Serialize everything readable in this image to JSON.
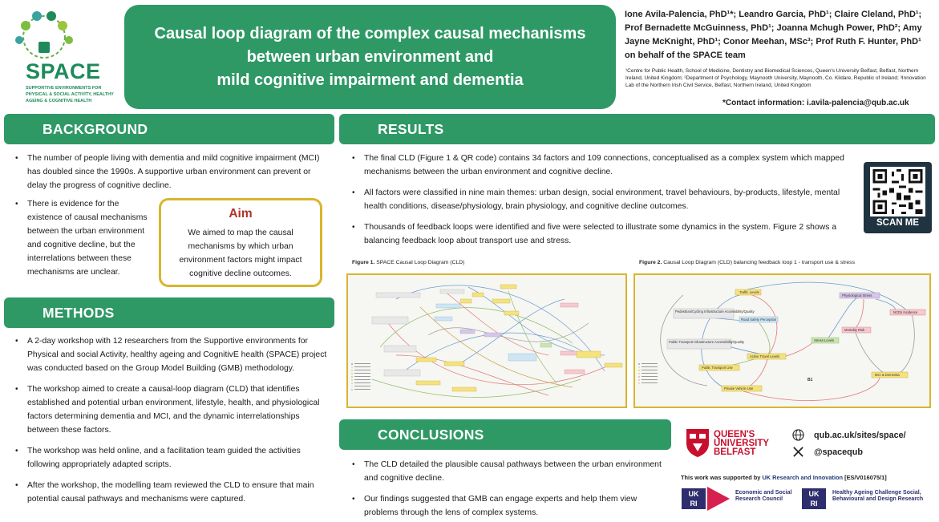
{
  "logo": {
    "word": "SPACE",
    "subtitle": "SUPPORTIVE ENVIRONMENTS FOR PHYSICAL & SOCIAL ACTIVITY, HEALTHY AGEING & COGNITIVE HEALTH",
    "brand_color": "#1e8a5a"
  },
  "title": {
    "line1": "Causal loop diagram of the complex causal mechanisms",
    "line2": "between urban environment and",
    "line3": "mild cognitive impairment and dementia"
  },
  "authors": {
    "text": "Ione Avila-Palencia, PhD¹*; Leandro Garcia, PhD¹; Claire Cleland, PhD¹; Prof Bernadette McGuinness, PhD¹; Joanna Mchugh Power, PhD²; Amy Jayne McKnight, PhD¹; Conor Meehan, MSc³; Prof Ruth F. Hunter, PhD¹ on behalf of the SPACE team",
    "affiliations": "¹Centre for Public Health, School of Medicine, Dentistry and Biomedical Sciences, Queen's University Belfast, Belfast, Northern Ireland, United Kingdom; ²Department of Psychology, Maynooth University, Maynooth, Co. Kildare, Republic of Ireland; ³Innovation Lab of the Northern Irish Civil Service, Belfast, Northern Ireland, United Kingdom",
    "contact": "*Contact information: i.avila-palencia@qub.ac.uk"
  },
  "background": {
    "heading": "BACKGROUND",
    "bullet1": "The number of people living with dementia and mild cognitive impairment (MCI) has doubled since the 1990s. A supportive urban environment can prevent or delay the progress of cognitive decline.",
    "bullet2": "There is evidence for the existence of causal mechanisms between the urban environment and cognitive decline, but the interrelations between these mechanisms are unclear."
  },
  "aim": {
    "heading": "Aim",
    "text": "We aimed to map the causal mechanisms by which urban environment factors might impact cognitive decline outcomes."
  },
  "methods": {
    "heading": "METHODS",
    "bullets": [
      "A 2-day workshop with 12 researchers from the Supportive environments for Physical and social Activity, healthy ageing and CognitivE health (SPACE) project was conducted based on the Group Model Building (GMB) methodology.",
      "The workshop aimed to create a causal-loop diagram (CLD) that identifies established and potential urban environment, lifestyle, health, and physiological factors determining dementia and MCI, and the dynamic interrelationships between these factors.",
      "The workshop was held online, and a facilitation team guided the activities following appropriately adapted scripts.",
      "After the workshop, the modelling team reviewed the CLD to ensure that main potential causal pathways and mechanisms were captured."
    ]
  },
  "results": {
    "heading": "RESULTS",
    "bullets": [
      "The final CLD (Figure 1 & QR code) contains 34 factors and 109 connections, conceptualised as a complex system which mapped mechanisms between the urban environment and cognitive decline.",
      "All factors were classified in nine main themes: urban design, social environment, travel behaviours, by-products, lifestyle, mental health conditions, disease/physiology, brain physiology, and cognitive decline outcomes.",
      "Thousands of feedback loops were identified and five were selected to illustrate some dynamics in the system. Figure 2 shows a balancing feedback loop about transport use and stress."
    ],
    "qr_label": "SCAN ME",
    "figure1": {
      "label_bold": "Figure 1.",
      "label_rest": " SPACE Causal Loop Diagram (CLD)"
    },
    "figure2": {
      "label_bold": "Figure 2.",
      "label_rest": " Causal Loop Diagram (CLD) balancing feedback loop 1 - transport use & stress",
      "nodes": {
        "traffic": "Traffic Levels",
        "ped_cycle": "Pedestrian/Cycling Infrastructure Accessibility/Quality",
        "road_safety": "Road Safety Perception",
        "public_transport_infra": "Public Transport Infrastructure Accessibility/Quality",
        "active_travel": "Active Travel Levels",
        "public_transport_use": "Public Transport Use",
        "private_vehicle": "Private Vehicle Use",
        "stress_levels": "Stress Levels",
        "phys_stress": "Physiological Stress",
        "ncds": "NCDs Incidence",
        "mortality": "Mortality Risk",
        "mci": "MCI & Dementia",
        "loop_id": "B1"
      }
    }
  },
  "conclusions": {
    "heading": "CONCLUSIONS",
    "bullets": [
      "The CLD detailed the plausible causal pathways between the urban environment and cognitive decline.",
      "Our findings suggested that GMB can engage experts and help them view problems through the lens of complex systems."
    ]
  },
  "footer": {
    "qub_line1": "QUEEN'S",
    "qub_line2": "UNIVERSITY",
    "qub_line3": "BELFAST",
    "web": "qub.ac.uk/sites/space/",
    "x_handle": "@spacequb",
    "support_prefix": "This work was supported by ",
    "support_funder": "UK Research and Innovation",
    "support_grant": " [ES/V016075/1]",
    "esrc_text": "Economic and Social Research Council",
    "hacc_text": "Healthy Ageing Challenge Social, Behavioural and Design Research"
  },
  "colors": {
    "section_green": "#2f9966",
    "aim_border": "#d9b52f",
    "aim_title": "#b0342a",
    "qub_red": "#c8102e",
    "ukri_navy": "#2e2d6d"
  }
}
